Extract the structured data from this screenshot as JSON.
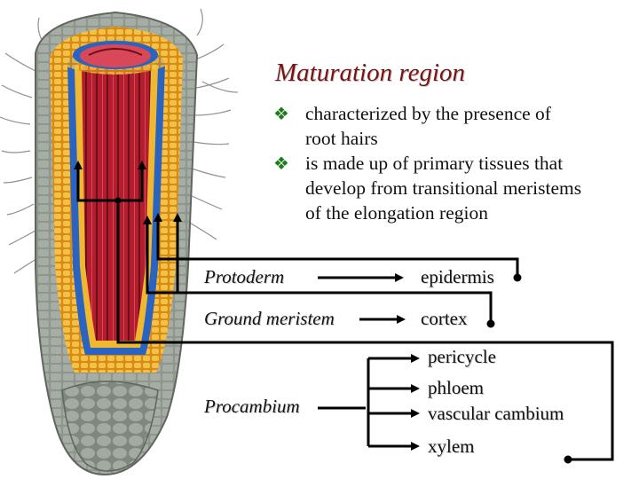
{
  "title": "Maturation region",
  "bullets": [
    {
      "icon": "diamond-bullet-icon",
      "text": "characterized by the presence of\nroot hairs"
    },
    {
      "icon": "diamond-bullet-icon",
      "text": "is made up of  primary tissues that\ndevelop from transitional meristems\n      of the elongation region"
    }
  ],
  "meristems": {
    "protoderm": "Protoderm",
    "ground": "Ground meristem",
    "procambium": "Procambium"
  },
  "tissues": {
    "epidermis": "epidermis",
    "cortex": "cortex",
    "pericycle": "pericycle",
    "phloem": "phloem",
    "vascular_cambium": "vascular cambium",
    "xylem": "xylem"
  },
  "colors": {
    "title": "#7a1212",
    "bullet": "#1e7b1e",
    "xylem": "#b21e2e",
    "cortex": "#e8a21c",
    "endodermis": "#2a64c0",
    "epidermis": "#9aa29a"
  }
}
